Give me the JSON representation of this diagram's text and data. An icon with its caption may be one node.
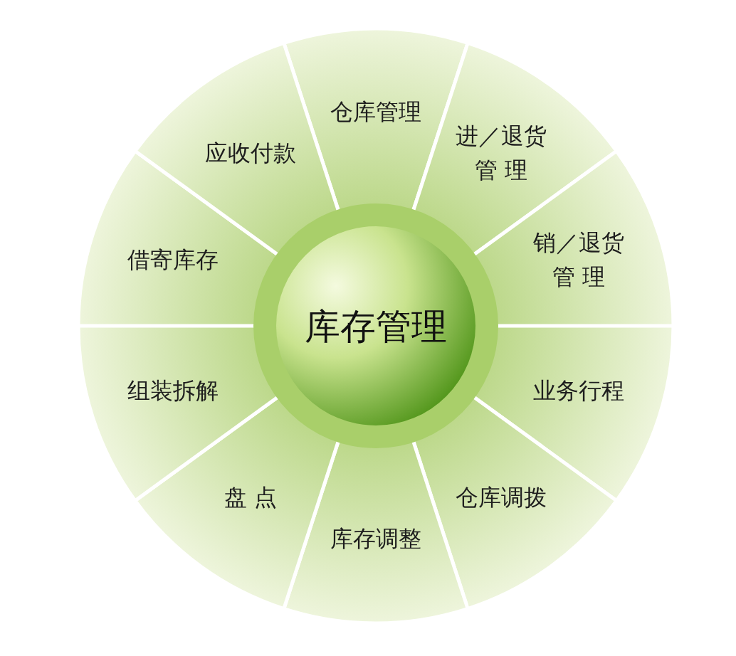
{
  "diagram": {
    "nodes": [
      {
        "text": [
          "库存管理"
        ]
      },
      {
        "text": [
          "仓库管理"
        ]
      },
      {
        "text": [
          "进／退货管 理"
        ]
      },
      {
        "text": [
          "销／退货管 理"
        ]
      },
      {
        "text": [
          "业务行程"
        ]
      },
      {
        "text": [
          "仓库调拨"
        ]
      },
      {
        "text": [
          "库存调整"
        ]
      },
      {
        "text": [
          "盘 点"
        ]
      },
      {
        "text": [
          "组装拆解"
        ]
      },
      {
        "text": [
          "借寄库存"
        ]
      },
      {
        "text": [
          "应收付款"
        ]
      }
    ]
  }
}
